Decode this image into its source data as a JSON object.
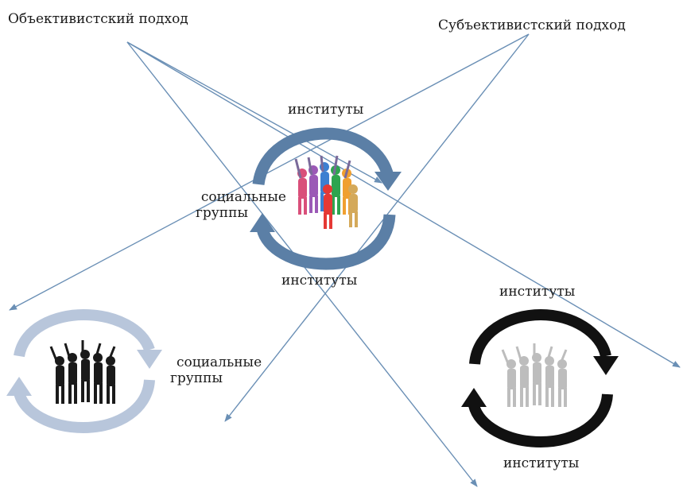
{
  "headings": {
    "objectivist": "Объективистский подход",
    "subjectivist": "Субъективистский подход"
  },
  "center_cycle": {
    "top_label": "институты",
    "bottom_label": "институты",
    "side_label_line1": "социальные",
    "side_label_line2": "группы",
    "arrow_color": "#5b7fa6",
    "figure_colors": [
      "#d94f7a",
      "#9b59b6",
      "#3d7fd1",
      "#2ea44f",
      "#e53935",
      "#f0a030",
      "#d4a95a"
    ]
  },
  "left_cycle": {
    "side_label_line1": "социальные",
    "side_label_line2": "группы",
    "arrow_color": "#b8c6db",
    "figure_color": "#1a1a1a"
  },
  "right_cycle": {
    "top_label": "институты",
    "bottom_label": "институты",
    "arrow_color": "#111111",
    "figure_color": "#bdbdbd"
  },
  "connector_color": "#6a8fb5"
}
